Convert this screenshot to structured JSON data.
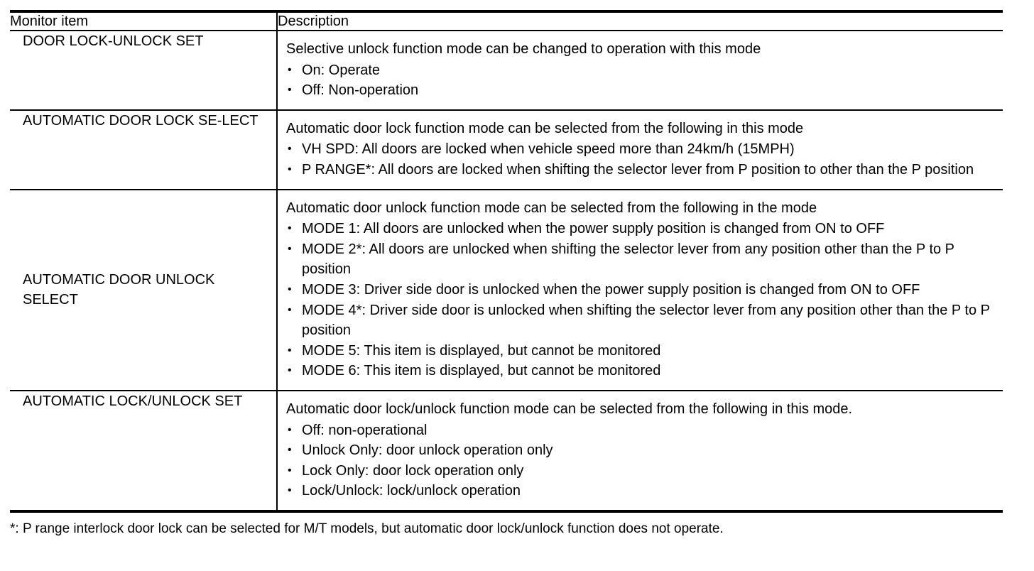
{
  "table": {
    "headers": {
      "item": "Monitor item",
      "description": "Description"
    },
    "rows": [
      {
        "item": "DOOR LOCK-UNLOCK SET",
        "lead": "Selective unlock function mode can be changed to operation with this mode",
        "bullets": [
          "On: Operate",
          "Off: Non-operation"
        ]
      },
      {
        "item": "AUTOMATIC DOOR LOCK SE-LECT",
        "lead": "Automatic door lock function mode can be selected from the following in this mode",
        "bullets": [
          "VH SPD: All doors are locked when vehicle speed more than 24km/h (15MPH)",
          "P RANGE*: All doors are locked when shifting the selector lever from P position to other than the P position"
        ]
      },
      {
        "item": "AUTOMATIC DOOR UNLOCK SELECT",
        "lead": "Automatic door unlock function mode can be selected from the following in the mode",
        "bullets": [
          "MODE 1: All doors are unlocked when the power supply position is changed from ON to OFF",
          "MODE 2*: All doors are unlocked when shifting the selector lever from any position other than the P to P position",
          "MODE 3: Driver side door is unlocked when the power supply position is changed from ON to OFF",
          "MODE 4*: Driver side door is unlocked when shifting the selector lever from any position other than the P to P position",
          "MODE 5: This item is displayed, but cannot be monitored",
          "MODE 6: This item is displayed, but cannot be monitored"
        ]
      },
      {
        "item": "AUTOMATIC LOCK/UNLOCK SET",
        "lead": "Automatic door lock/unlock function mode can be selected from the following in this mode.",
        "bullets": [
          "Off: non-operational",
          "Unlock Only: door unlock operation only",
          "Lock Only: door lock operation only",
          "Lock/Unlock: lock/unlock operation"
        ]
      }
    ]
  },
  "footnote": "*: P range interlock door lock can be selected for M/T models, but automatic door lock/unlock function does not operate.",
  "colors": {
    "text": "#000000",
    "background": "#ffffff",
    "rule": "#000000"
  }
}
